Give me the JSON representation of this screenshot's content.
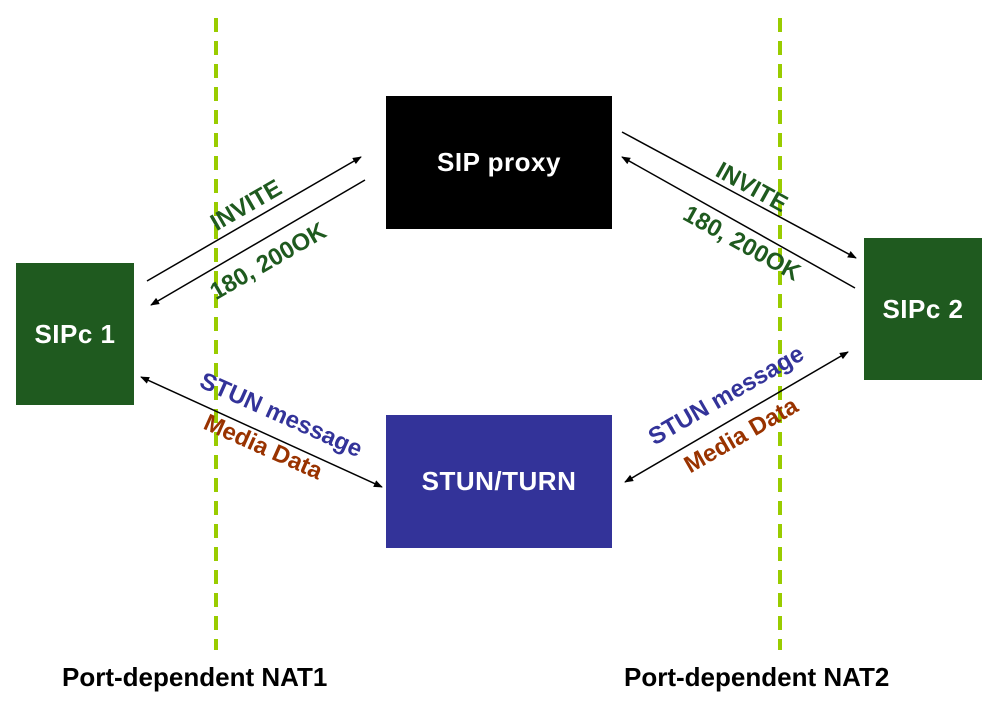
{
  "nodes": {
    "sipc1": "SIPc 1",
    "sipc2": "SIPc 2",
    "proxy": "SIP proxy",
    "stun": "STUN/TURN"
  },
  "nat": {
    "left": "Port-dependent NAT1",
    "right": "Port-dependent NAT2"
  },
  "messages": {
    "invite_left": "INVITE",
    "ok_left": "180, 200OK",
    "invite_right": "INVITE",
    "ok_right": "180, 200OK",
    "stun_left": "STUN message",
    "media_left": "Media Data",
    "stun_right": "STUN message",
    "media_right": "Media Data"
  },
  "colors": {
    "nat_line": "#99cc00",
    "sip_text": "#1f5a1f",
    "stun_text": "#333399",
    "media_text": "#993300"
  }
}
